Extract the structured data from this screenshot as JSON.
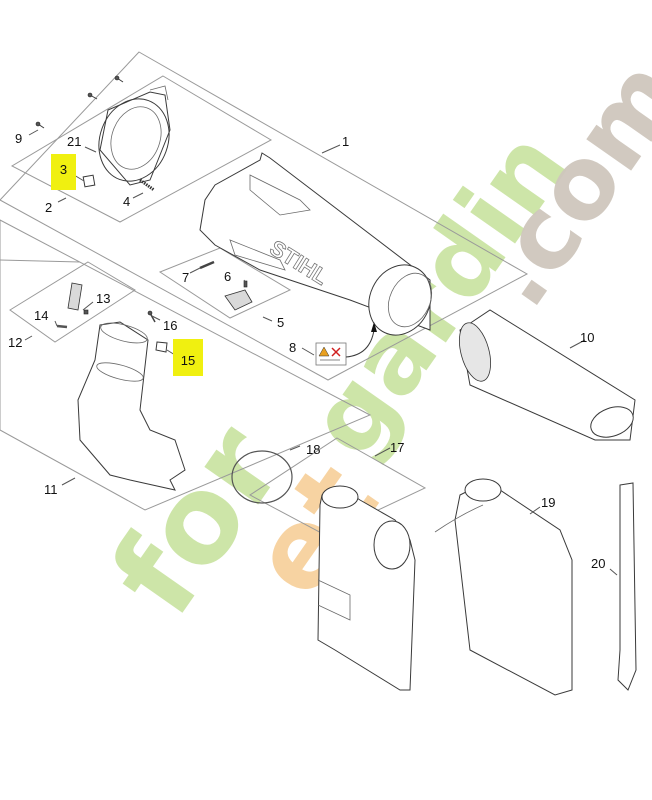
{
  "diagram": {
    "subject": "Blower tube / housing assembly exploded parts diagram",
    "brand_mark_on_tube": "STIHL",
    "highlight_color": "#f0f010",
    "labels": [
      {
        "id": "1",
        "text": "1"
      },
      {
        "id": "2",
        "text": "2"
      },
      {
        "id": "3",
        "text": "3",
        "highlighted": true
      },
      {
        "id": "4",
        "text": "4"
      },
      {
        "id": "5",
        "text": "5"
      },
      {
        "id": "6",
        "text": "6"
      },
      {
        "id": "7",
        "text": "7"
      },
      {
        "id": "8",
        "text": "8"
      },
      {
        "id": "9",
        "text": "9"
      },
      {
        "id": "10",
        "text": "10"
      },
      {
        "id": "11",
        "text": "11"
      },
      {
        "id": "12",
        "text": "12"
      },
      {
        "id": "13",
        "text": "13"
      },
      {
        "id": "14",
        "text": "14"
      },
      {
        "id": "15",
        "text": "15",
        "highlighted": true
      },
      {
        "id": "16",
        "text": "16"
      },
      {
        "id": "17",
        "text": "17"
      },
      {
        "id": "18",
        "text": "18"
      },
      {
        "id": "19",
        "text": "19"
      },
      {
        "id": "20",
        "text": "20"
      },
      {
        "id": "21",
        "text": "21"
      }
    ]
  },
  "watermark": {
    "part1": "for",
    "part2": "et",
    "part3": "gardin",
    "part4": ".com",
    "color_green": "#b8d98a",
    "color_orange": "#f5c48a",
    "color_gray": "#c9c0b6"
  }
}
